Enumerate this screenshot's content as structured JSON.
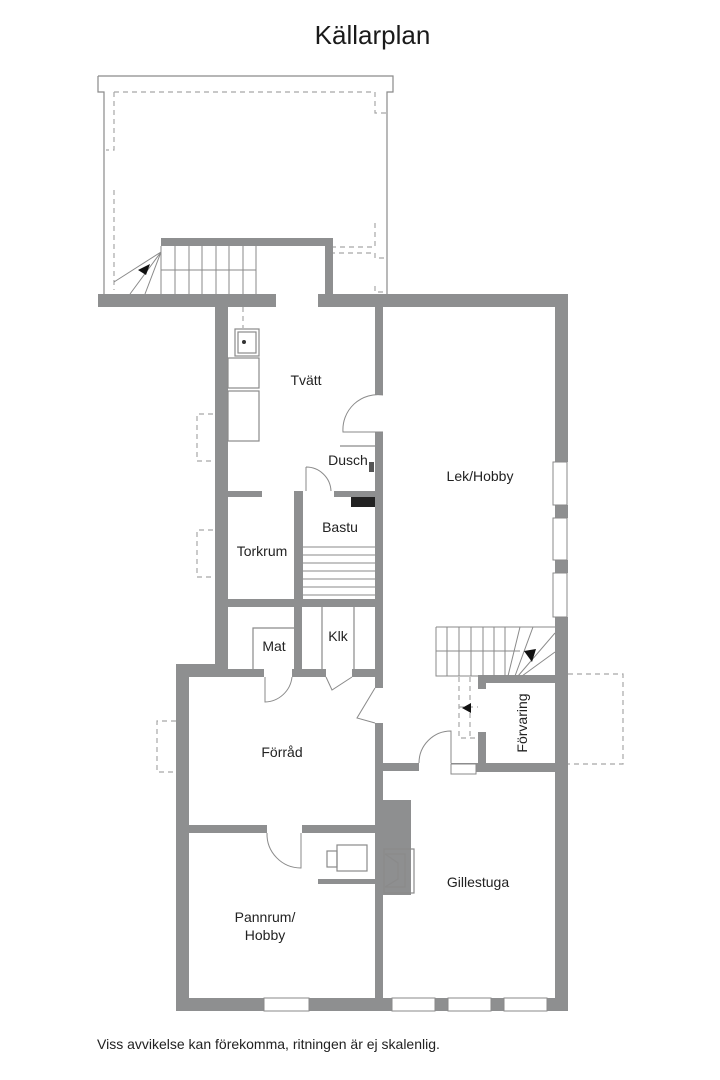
{
  "title": "Källarplan",
  "footer_note": "Viss avvikelse kan förekomma, ritningen är ej skalenlig.",
  "colors": {
    "wall": "#8e8f90",
    "line": "#8a8a8a",
    "dash": "#a8a8a8",
    "text": "#222222"
  },
  "rooms": {
    "tvatt": "Tvätt",
    "dusch": "Dusch",
    "bastu": "Bastu",
    "torkrum": "Torkrum",
    "lek_hobby": "Lek/Hobby",
    "mat": "Mat",
    "klk": "Klk",
    "forrad": "Förråd",
    "forvaring": "Förvaring",
    "gillestuga": "Gillestuga",
    "pannrum_1": "Pannrum/",
    "pannrum_2": "Hobby"
  }
}
